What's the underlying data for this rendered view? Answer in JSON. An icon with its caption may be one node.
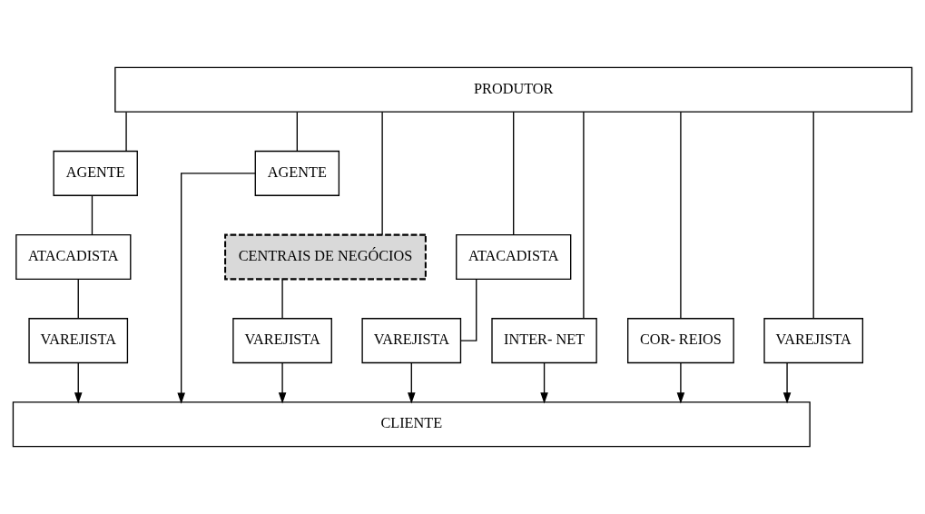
{
  "diagram": {
    "nodes": [
      {
        "text": [
          "PRODUTOR"
        ]
      },
      {
        "text": [
          "AGENTE"
        ]
      },
      {
        "text": [
          "AGENTE"
        ]
      },
      {
        "text": [
          "CENTRAIS DE NEGÓCIOS"
        ]
      },
      {
        "text": [
          "ATACADISTA"
        ]
      },
      {
        "text": [
          "ATACADISTA"
        ]
      },
      {
        "text": [
          "INTER- NET"
        ]
      },
      {
        "text": [
          "COR- REIOS"
        ]
      },
      {
        "text": [
          "VAREJISTA"
        ]
      },
      {
        "text": [
          "VAREJISTA"
        ]
      },
      {
        "text": [
          "VAREJISTA"
        ]
      },
      {
        "text": [
          "VAREJISTA"
        ]
      },
      {
        "text": [
          "CLIENTE"
        ]
      }
    ],
    "edges": [
      {
        "from": 0,
        "to": 6,
        "arrow": "none"
      },
      {
        "from": 6,
        "to": 12,
        "arrow": "to"
      },
      {
        "from": 0,
        "to": 7,
        "arrow": "none"
      },
      {
        "from": 7,
        "to": 12,
        "arrow": "to"
      },
      {
        "from": 0,
        "to": 8,
        "arrow": "none"
      },
      {
        "from": 8,
        "to": 12,
        "arrow": "to"
      },
      {
        "from": 0,
        "to": 3,
        "arrow": "none"
      },
      {
        "from": 3,
        "to": 9,
        "arrow": "none"
      },
      {
        "from": 9,
        "to": 12,
        "arrow": "to"
      },
      {
        "from": 0,
        "to": 4,
        "arrow": "none"
      },
      {
        "from": 4,
        "to": 10,
        "arrow": "none"
      },
      {
        "from": 10,
        "to": 12,
        "arrow": "to"
      },
      {
        "from": 0,
        "to": 1,
        "arrow": "none"
      },
      {
        "from": 1,
        "to": 5,
        "arrow": "none"
      },
      {
        "from": 5,
        "to": 11,
        "arrow": "none"
      },
      {
        "from": 11,
        "to": 12,
        "arrow": "to"
      },
      {
        "from": 0,
        "to": 2,
        "arrow": "none"
      },
      {
        "from": 2,
        "to": 12,
        "arrow": "to"
      }
    ]
  }
}
